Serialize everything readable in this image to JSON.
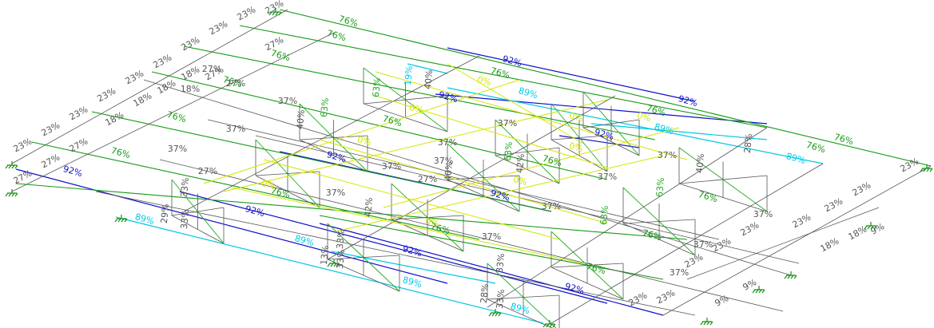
{
  "diagram": {
    "type": "structural-utilization-model",
    "colors": {
      "high_92": "#1010c8",
      "high_89": "#00c8e6",
      "mid_76": "#139a13",
      "diag_63": "#22aa22",
      "low": "#555555",
      "zero": "#d4e600",
      "support": "#109010"
    },
    "labels": {
      "girder_92": "92%",
      "girder_89": "89%",
      "girder_76": "76%",
      "beam_37": "37%",
      "beam_33": "33%",
      "beam_27": "27%",
      "beam_23": "23%",
      "beam_18": "18%",
      "beam_9": "9%",
      "web_40": "40%",
      "web_42": "42%",
      "web_63": "63%",
      "web_29": "29%",
      "web_28": "28%",
      "web_13": "13%",
      "web_19": "19%",
      "bracing_0": "0%"
    },
    "support_icon": "pinned-support-icon"
  }
}
